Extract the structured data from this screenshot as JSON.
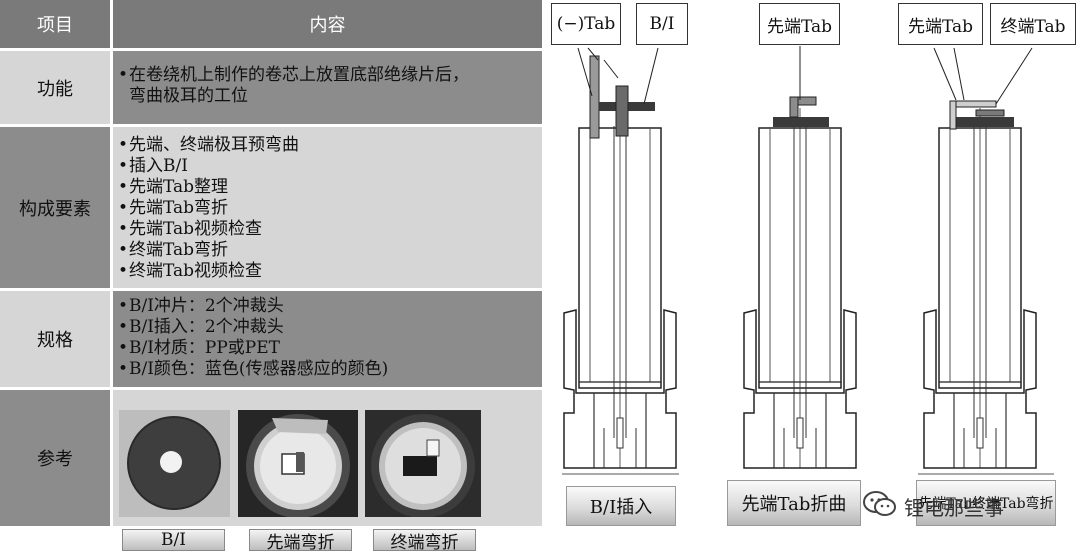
{
  "table": {
    "header": {
      "item": "项目",
      "content": "内容"
    },
    "rows": {
      "function": {
        "label": "功能",
        "items": [
          "在卷绕机上制作的卷芯上放置底部绝缘片后，",
          "弯曲极耳的工位"
        ]
      },
      "elements": {
        "label": "构成要素",
        "items": [
          "先端、终端极耳预弯曲",
          "插入B/I",
          "先端Tab整理",
          "先端Tab弯折",
          "先端Tab视频检查",
          "终端Tab弯折",
          "终端Tab视频检查"
        ]
      },
      "spec": {
        "label": "规格",
        "items": [
          "B/I冲片：2个冲裁头",
          "B/I插入：2个冲裁头",
          "B/I材质：PP或PET",
          "B/I颜色：蓝色(传感器感应的颜色)"
        ]
      },
      "reference": {
        "label": "参考"
      }
    },
    "photo_captions": [
      "B/I",
      "先端弯折",
      "终端弯折"
    ]
  },
  "diagrams": {
    "callouts": [
      "(−)Tab",
      "B/I",
      "先端Tab",
      "先端Tab",
      "终端Tab"
    ],
    "steps": [
      "B/I插入",
      "先端Tab折曲",
      "先端Tab终端Tab弯折"
    ]
  },
  "watermark": {
    "icon": "wechat-icon",
    "text": "锂电那些事"
  }
}
